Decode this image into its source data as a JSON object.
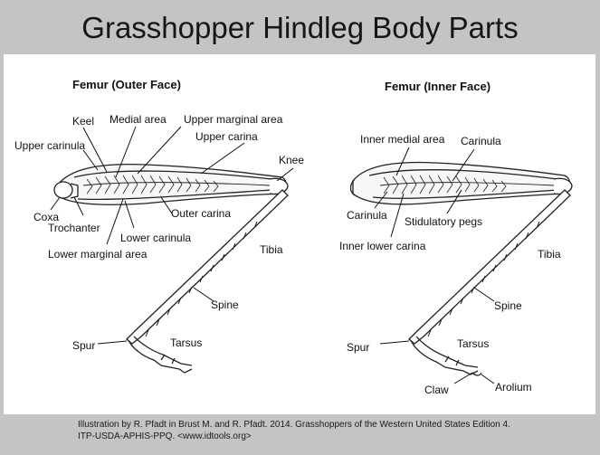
{
  "title": "Grasshopper Hindleg Body Parts",
  "views": {
    "outer": {
      "heading": "Femur (Outer Face)",
      "labels": {
        "keel": "Keel",
        "medial_area": "Medial area",
        "upper_marginal_area": "Upper marginal area",
        "upper_carinula": "Upper carinula",
        "upper_carina": "Upper carina",
        "knee": "Knee",
        "coxa": "Coxa",
        "trochanter": "Trochanter",
        "outer_carina": "Outer carina",
        "lower_carinula": "Lower carinula",
        "lower_marginal_area": "Lower marginal area",
        "tibia": "Tibia",
        "spine": "Spine",
        "spur": "Spur",
        "tarsus": "Tarsus"
      }
    },
    "inner": {
      "heading": "Femur (Inner Face)",
      "labels": {
        "inner_medial_area": "Inner medial area",
        "carinula_top": "Carinula",
        "carinula_left": "Carinula",
        "stridulatory_pegs": "Stidulatory pegs",
        "inner_lower_carina": "Inner lower carina",
        "tibia": "Tibia",
        "spine": "Spine",
        "spur": "Spur",
        "tarsus": "Tarsus",
        "claw": "Claw",
        "arolium": "Arolium"
      }
    }
  },
  "credit": {
    "line1": "Illustration by R. Pfadt in Brust M. and R. Pfadt. 2014. Grasshoppers of the Western United States Edition 4.",
    "line2": "ITP-USDA-APHIS-PPQ. <www.idtools.org>"
  }
}
